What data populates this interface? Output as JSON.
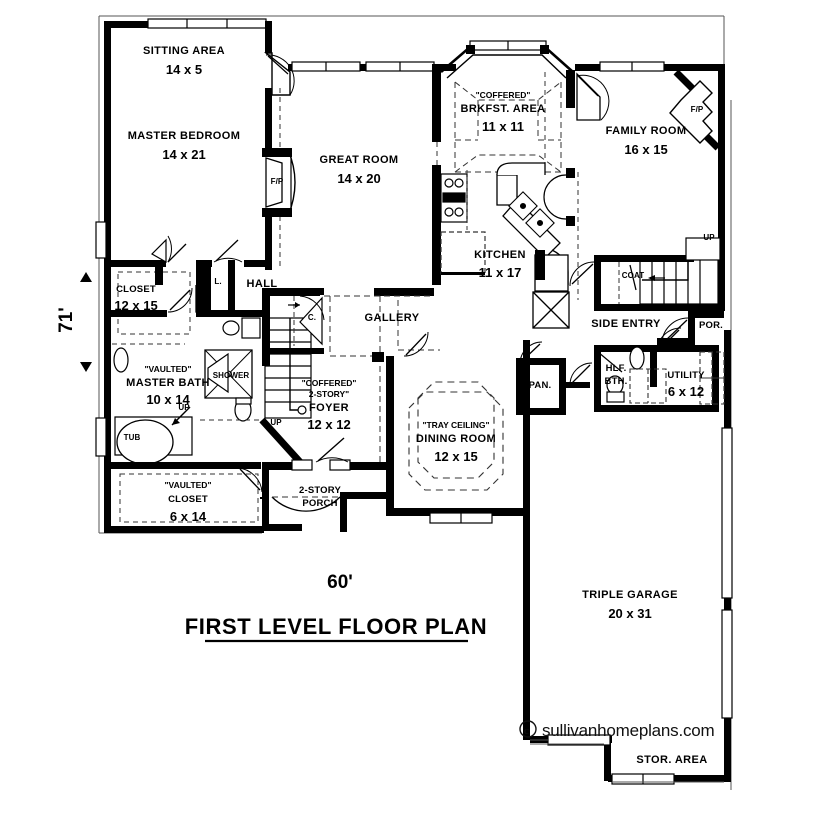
{
  "document": {
    "title": "FIRST LEVEL FLOOR PLAN",
    "credit": "sullivanhomeplans.com",
    "copyright_symbol": "©"
  },
  "dimensions": {
    "width_label": "60'",
    "depth_label": "71'"
  },
  "rooms": [
    {
      "id": "sitting-area",
      "name": "SITTING AREA",
      "size": "14 x 5",
      "qualifier": ""
    },
    {
      "id": "master-bedroom",
      "name": "MASTER BEDROOM",
      "size": "14 x 21",
      "qualifier": ""
    },
    {
      "id": "great-room",
      "name": "GREAT ROOM",
      "size": "14 x 20",
      "qualifier": ""
    },
    {
      "id": "breakfast-area",
      "name": "BRKFST. AREA",
      "size": "11 x 11",
      "qualifier": "\"COFFERED\""
    },
    {
      "id": "family-room",
      "name": "FAMILY ROOM",
      "size": "16 x 15",
      "qualifier": ""
    },
    {
      "id": "kitchen",
      "name": "KITCHEN",
      "size": "11 x 17",
      "qualifier": ""
    },
    {
      "id": "closet-main",
      "name": "CLOSET",
      "size": "12 x 15",
      "qualifier": ""
    },
    {
      "id": "master-bath",
      "name": "MASTER BATH",
      "size": "10 x 14",
      "qualifier": "\"VAULTED\""
    },
    {
      "id": "closet-vaulted",
      "name": "CLOSET",
      "size": "6 x 14",
      "qualifier": "\"VAULTED\""
    },
    {
      "id": "foyer",
      "name": "FOYER",
      "size": "12 x 12",
      "qualifier": "\"COFFERED\" 2-STORY\""
    },
    {
      "id": "dining-room",
      "name": "DINING ROOM",
      "size": "12 x 15",
      "qualifier": "\"TRAY CEILING\""
    },
    {
      "id": "utility",
      "name": "UTILITY",
      "size": "6 x 12",
      "qualifier": ""
    },
    {
      "id": "triple-garage",
      "name": "TRIPLE GARAGE",
      "size": "20 x 31",
      "qualifier": ""
    }
  ],
  "area_labels": {
    "hall": "HALL",
    "gallery": "GALLERY",
    "side_entry": "SIDE ENTRY",
    "porch_abbrev": "POR.",
    "two_story_porch_line1": "2-STORY",
    "two_story_porch_line2": "PORCH",
    "storage_area": "STOR. AREA",
    "pantry": "PAN.",
    "half_bath_line1": "HLF.",
    "half_bath_line2": "BTH.",
    "coat": "COAT",
    "closet_abbrev": "C.",
    "linen_abbrev": "L.",
    "shower": "SHOWER",
    "tub": "TUB"
  },
  "foyer_qualifier_lines": [
    "\"COFFERED\"",
    "2-STORY\"",
    "FOYER",
    "12 x 12"
  ],
  "breakfast_qualifier_lines": [
    "\"COFFERED\"",
    "BRKFST. AREA",
    "11 x 11"
  ],
  "markers": {
    "fireplace": "F/P",
    "stairs_up": "UP"
  },
  "stair_markers": [
    {
      "id": "stair-up-foyer",
      "label": "UP"
    },
    {
      "id": "stair-up-bath",
      "label": "UP"
    },
    {
      "id": "stair-up-family",
      "label": "UP"
    }
  ],
  "fireplaces": [
    {
      "id": "fireplace-master-great",
      "label": "F/P"
    },
    {
      "id": "fireplace-family-room",
      "label": "F/P"
    }
  ],
  "colors": {
    "wall": "#000000",
    "background": "#ffffff",
    "thin_line": "#2b2b2b",
    "dashed": "#333333"
  }
}
